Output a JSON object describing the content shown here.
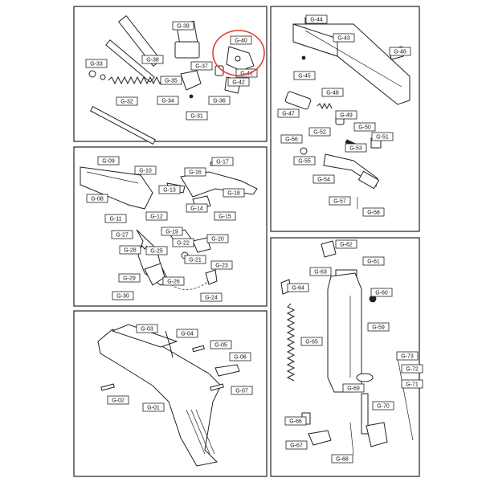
{
  "highlight": {
    "target": "G-40",
    "color": "#e53935"
  },
  "colors": {
    "line": "#222222",
    "background": "#ffffff"
  },
  "panels": [
    {
      "id": "top-left",
      "labels": [
        "G-39",
        "G-38",
        "G-40",
        "G-33",
        "G-37",
        "G-41",
        "G-35",
        "G-42",
        "G-34",
        "G-36",
        "G-32",
        "G-31"
      ]
    },
    {
      "id": "top-right",
      "labels": [
        "G-44",
        "G-43",
        "G-46",
        "G-45",
        "G-48",
        "G-47",
        "G-49",
        "G-50",
        "G-52",
        "G-51",
        "G-56",
        "G-53",
        "G-55",
        "G-54",
        "G-57",
        "G-58"
      ]
    },
    {
      "id": "middle-left",
      "labels": [
        "G-09",
        "G-10",
        "G-16",
        "G-17",
        "G-08",
        "G-13",
        "G-18",
        "G-14",
        "G-11",
        "G-12",
        "G-15",
        "G-27",
        "G-19",
        "G-20",
        "G-22",
        "G-28",
        "G-25",
        "G-21",
        "G-23",
        "G-29",
        "G-26",
        "G-30",
        "G-24"
      ]
    },
    {
      "id": "bottom-left",
      "labels": [
        "G-03",
        "G-04",
        "G-05",
        "G-06",
        "G-02",
        "G-07",
        "G-01"
      ]
    },
    {
      "id": "bottom-right",
      "labels": [
        "G-62",
        "G-61",
        "G-63",
        "G-64",
        "G-60",
        "G-59",
        "G-65",
        "G-73",
        "G-72",
        "G-71",
        "G-69",
        "G-70",
        "G-66",
        "G-67",
        "G-68"
      ]
    }
  ]
}
